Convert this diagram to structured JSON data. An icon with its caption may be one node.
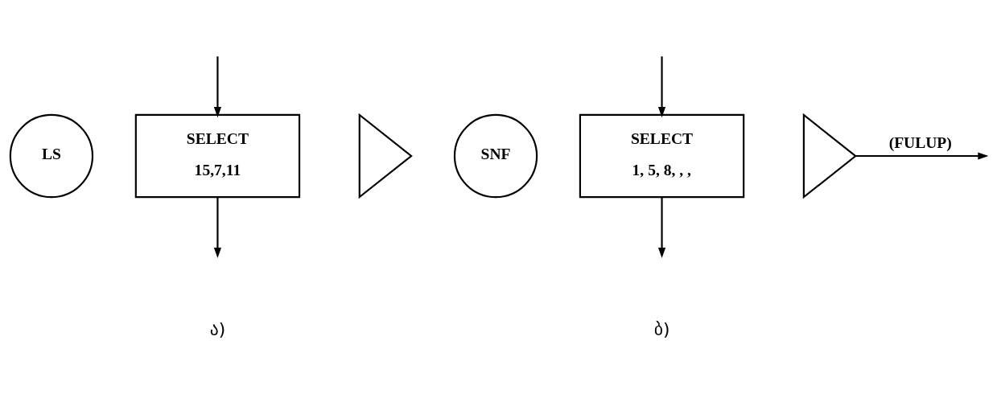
{
  "diagram": {
    "nodes": [
      {
        "text": [
          "LS"
        ]
      },
      {
        "text": [
          "SELECT",
          "15,7,11"
        ]
      },
      {
        "text": [],
        "shape": "triangle"
      },
      {
        "text": [
          "SNF"
        ]
      },
      {
        "text": [
          "SELECT",
          "1, 5, 8, , ,"
        ]
      },
      {
        "text": [],
        "shape": "triangle"
      }
    ],
    "edges": [
      {
        "from": null,
        "to": 1,
        "arrow": "to"
      },
      {
        "from": 1,
        "to": null,
        "arrow": "to"
      },
      {
        "from": null,
        "to": 4,
        "arrow": "to"
      },
      {
        "from": 4,
        "to": null,
        "arrow": "to"
      },
      {
        "from": 5,
        "to": null,
        "arrow": "to",
        "label": "(FULUP)"
      }
    ],
    "labels": [
      "ა)",
      "ბ)"
    ]
  }
}
